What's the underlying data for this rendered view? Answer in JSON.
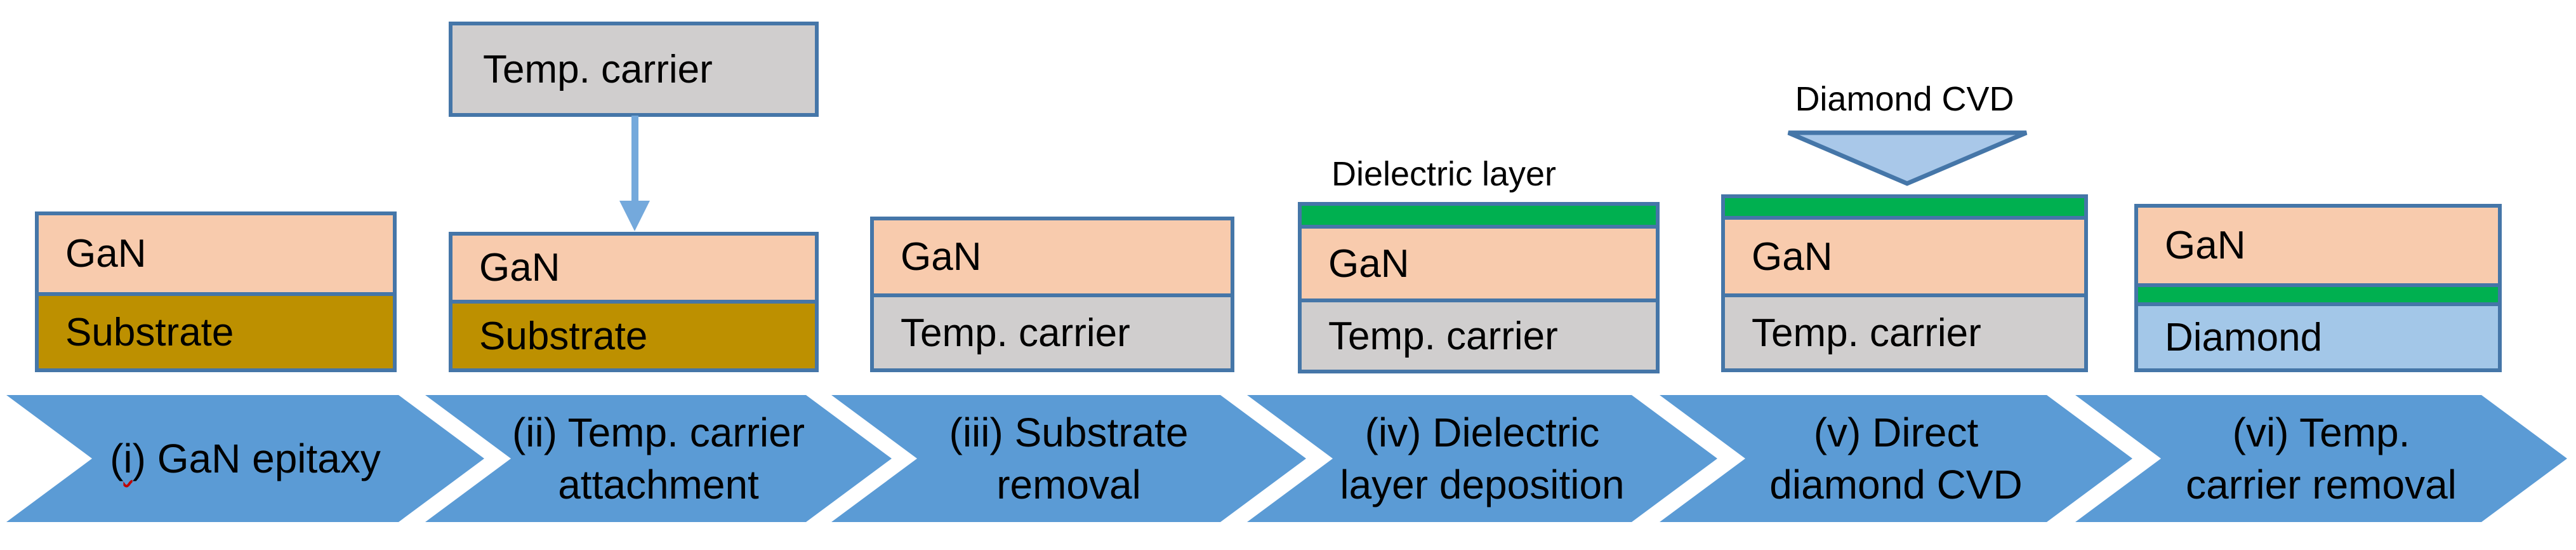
{
  "colors": {
    "gan": "#F8CBAD",
    "substrate": "#BD9000",
    "carrier": "#D0CECE",
    "dielectric": "#00B050",
    "diamond": "#A3C7E8",
    "chevron": "#5B9BD5",
    "border": "#4576A8",
    "arrow": "#74A9DC",
    "triangle_fill": "#A9C8E9",
    "squiggle": "#C00000",
    "text": "#000000",
    "background": "#FFFFFF"
  },
  "annotations": {
    "temp_carrier_box_label": "Temp. carrier",
    "dielectric_label": "Dielectric layer",
    "diamond_cvd_label": "Diamond CVD"
  },
  "stacks": [
    {
      "step": "i",
      "layers": [
        {
          "label": "GaN"
        },
        {
          "label": "Substrate"
        }
      ]
    },
    {
      "step": "ii",
      "layers": [
        {
          "label": "GaN"
        },
        {
          "label": "Substrate"
        }
      ]
    },
    {
      "step": "iii",
      "layers": [
        {
          "label": "GaN"
        },
        {
          "label": "Temp. carrier"
        }
      ]
    },
    {
      "step": "iv",
      "layers": [
        {
          "label": ""
        },
        {
          "label": "GaN"
        },
        {
          "label": "Temp. carrier"
        }
      ]
    },
    {
      "step": "v",
      "layers": [
        {
          "label": ""
        },
        {
          "label": "GaN"
        },
        {
          "label": "Temp. carrier"
        }
      ]
    },
    {
      "step": "vi",
      "layers": [
        {
          "label": "GaN"
        },
        {
          "label": ""
        },
        {
          "label": "Diamond"
        }
      ]
    }
  ],
  "steps": [
    {
      "paren": "(",
      "numeral": "i",
      "rest": ") GaN epitaxy",
      "line2": ""
    },
    {
      "line1": "(ii) Temp. carrier",
      "line2": "attachment"
    },
    {
      "line1": "(iii) Substrate",
      "line2": "removal"
    },
    {
      "line1": "(iv) Dielectric",
      "line2": "layer deposition"
    },
    {
      "line1": "(v) Direct",
      "line2": "diamond CVD"
    },
    {
      "line1": "(vi) Temp.",
      "line2": "carrier removal"
    }
  ]
}
